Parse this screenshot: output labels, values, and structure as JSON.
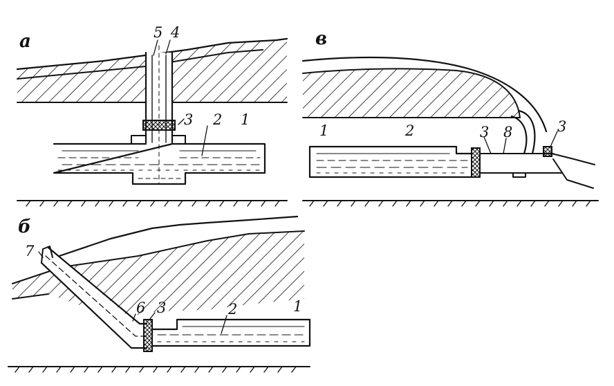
{
  "panels": {
    "a": {
      "letter": "а",
      "labels": {
        "l5": "5",
        "l4": "4",
        "l3": "3",
        "l2": "2",
        "l1": "1"
      }
    },
    "b": {
      "letter": "б",
      "labels": {
        "l7": "7",
        "l6": "6",
        "l3": "3",
        "l2": "2",
        "l1": "1"
      }
    },
    "v": {
      "letter": "в",
      "labels": {
        "l1": "1",
        "l2": "2",
        "l3": "3",
        "l8": "8",
        "l3b": "3"
      }
    }
  },
  "colors": {
    "ink": "#111111",
    "paper": "#ffffff"
  }
}
